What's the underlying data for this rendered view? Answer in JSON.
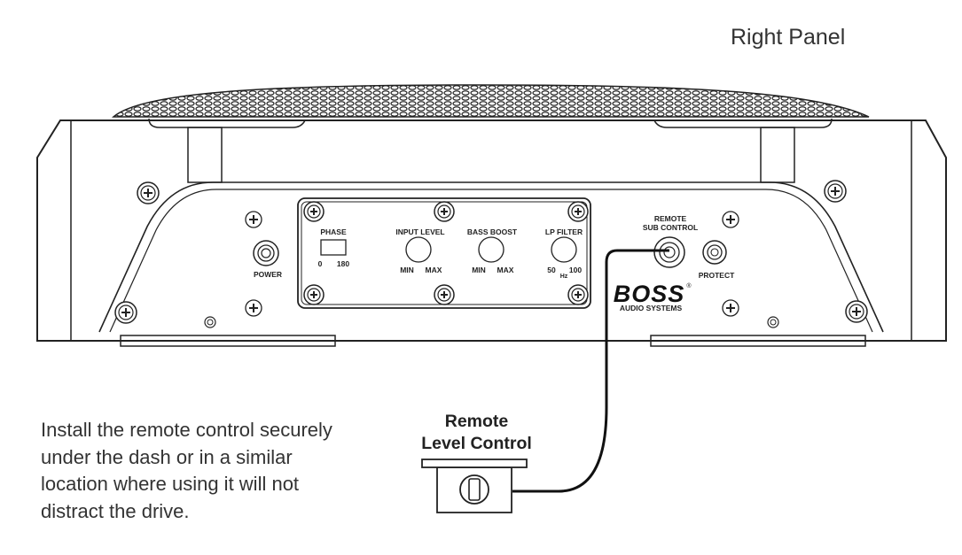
{
  "title": "Right Panel",
  "panel": {
    "phase": {
      "label": "PHASE",
      "min": "0",
      "max": "180"
    },
    "input_level": {
      "label": "INPUT LEVEL",
      "min": "MIN",
      "max": "MAX"
    },
    "bass_boost": {
      "label": "BASS BOOST",
      "min": "MIN",
      "max": "MAX"
    },
    "lp_filter": {
      "label": "LP FILTER",
      "min": "50",
      "max": "100",
      "unit": "Hz"
    },
    "power_label": "POWER",
    "remote_label_line1": "REMOTE",
    "remote_label_line2": "SUB CONTROL",
    "protect_label": "PROTECT",
    "brand": "BOSS",
    "brand_sub": "AUDIO SYSTEMS",
    "brand_mark": "®"
  },
  "remote": {
    "line1": "Remote",
    "line2": "Level Control"
  },
  "note_lines": [
    "Install the remote control securely",
    "under the dash or in a similar",
    "location where using it will not",
    "distract the drive."
  ]
}
